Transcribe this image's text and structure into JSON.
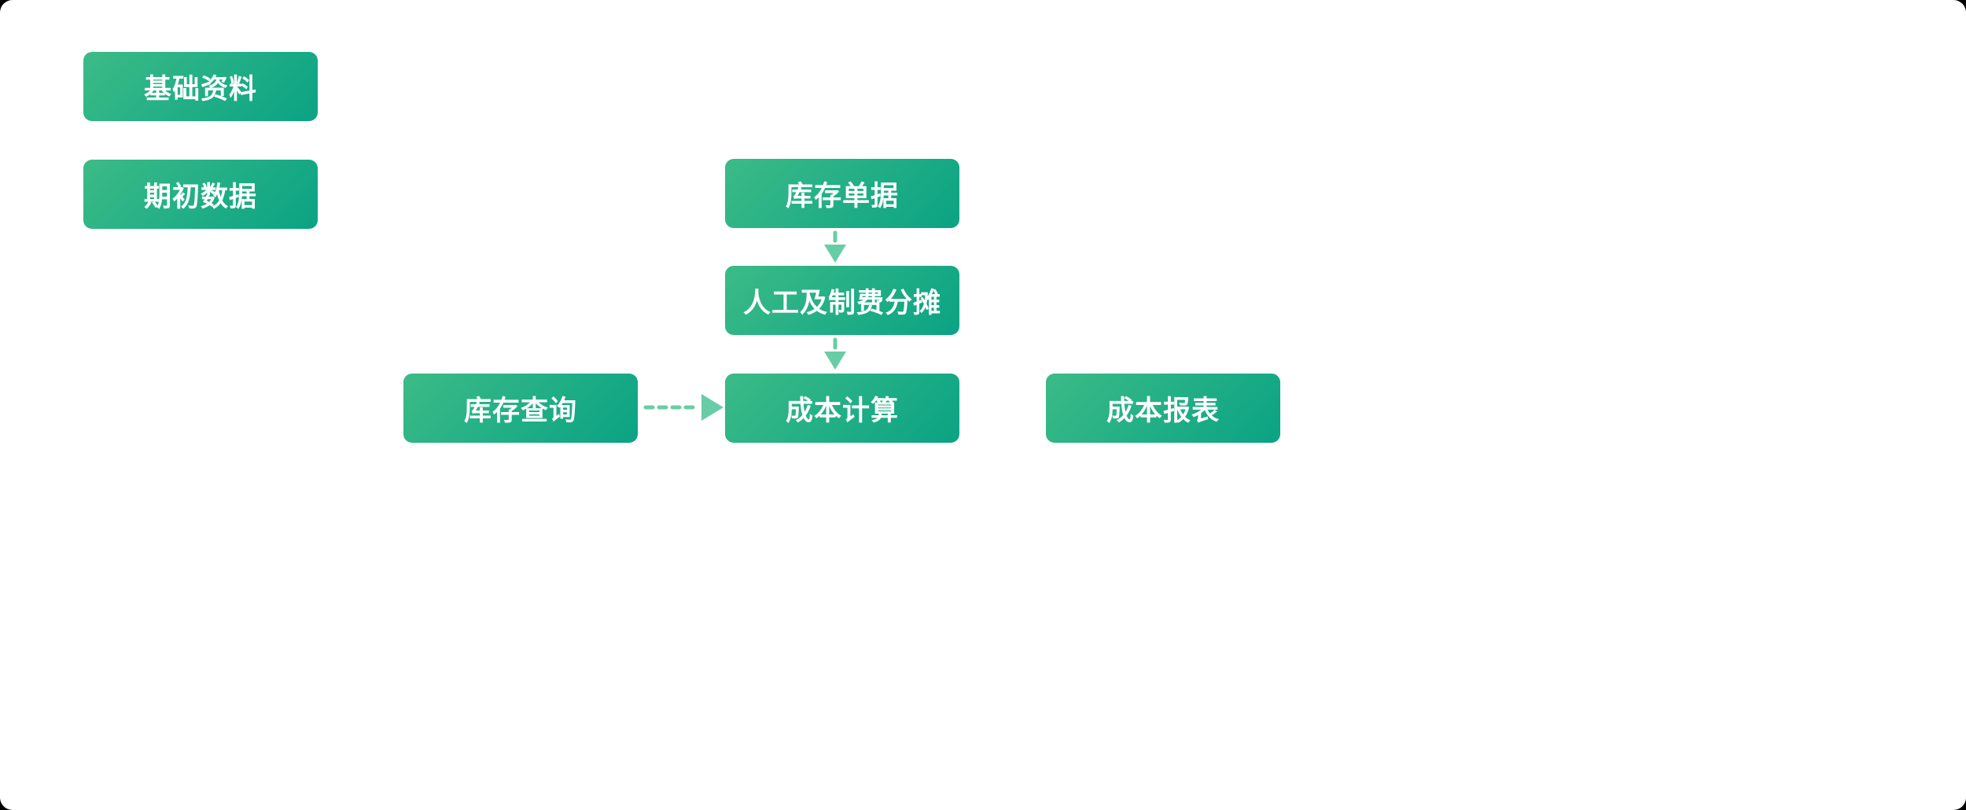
{
  "colors": {
    "page_background": "#000000",
    "canvas_background": "#ffffff",
    "box_gradient_from": "#3cbb87",
    "box_gradient_to": "#0aa384",
    "box_text": "#ffffff",
    "arrow": "#68cda6"
  },
  "diagram": {
    "nodes": [
      {
        "id": "basic-data",
        "label": "基础资料"
      },
      {
        "id": "opening-data",
        "label": "期初数据"
      },
      {
        "id": "inventory-documents",
        "label": "库存单据"
      },
      {
        "id": "labor-allocation",
        "label": "人工及制费分摊"
      },
      {
        "id": "inventory-query",
        "label": "库存查询"
      },
      {
        "id": "cost-calculation",
        "label": "成本计算"
      },
      {
        "id": "cost-reports",
        "label": "成本报表"
      }
    ],
    "edges": [
      {
        "from": "inventory-documents",
        "to": "labor-allocation",
        "style": "dashed",
        "direction": "down"
      },
      {
        "from": "labor-allocation",
        "to": "cost-calculation",
        "style": "dashed",
        "direction": "down"
      },
      {
        "from": "inventory-query",
        "to": "cost-calculation",
        "style": "dashed",
        "direction": "right"
      }
    ]
  }
}
